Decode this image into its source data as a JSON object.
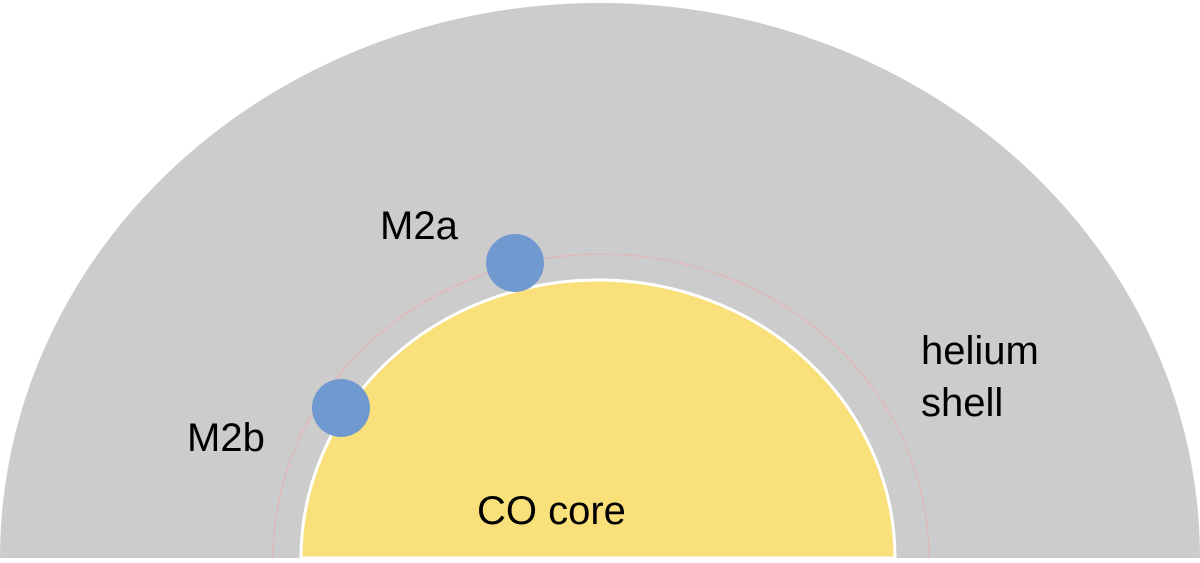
{
  "labels": {
    "m2a": "M2a",
    "m2b": "M2b",
    "core": "CO core",
    "shell_line1": "helium",
    "shell_line2": "shell"
  },
  "colors": {
    "helium_shell": "#cccccc",
    "co_core": "#fae07a",
    "core_outline": "#ffffff",
    "detonation_ring": "#e8b1b1",
    "blob": "#6f99cf",
    "text": "#000000"
  }
}
